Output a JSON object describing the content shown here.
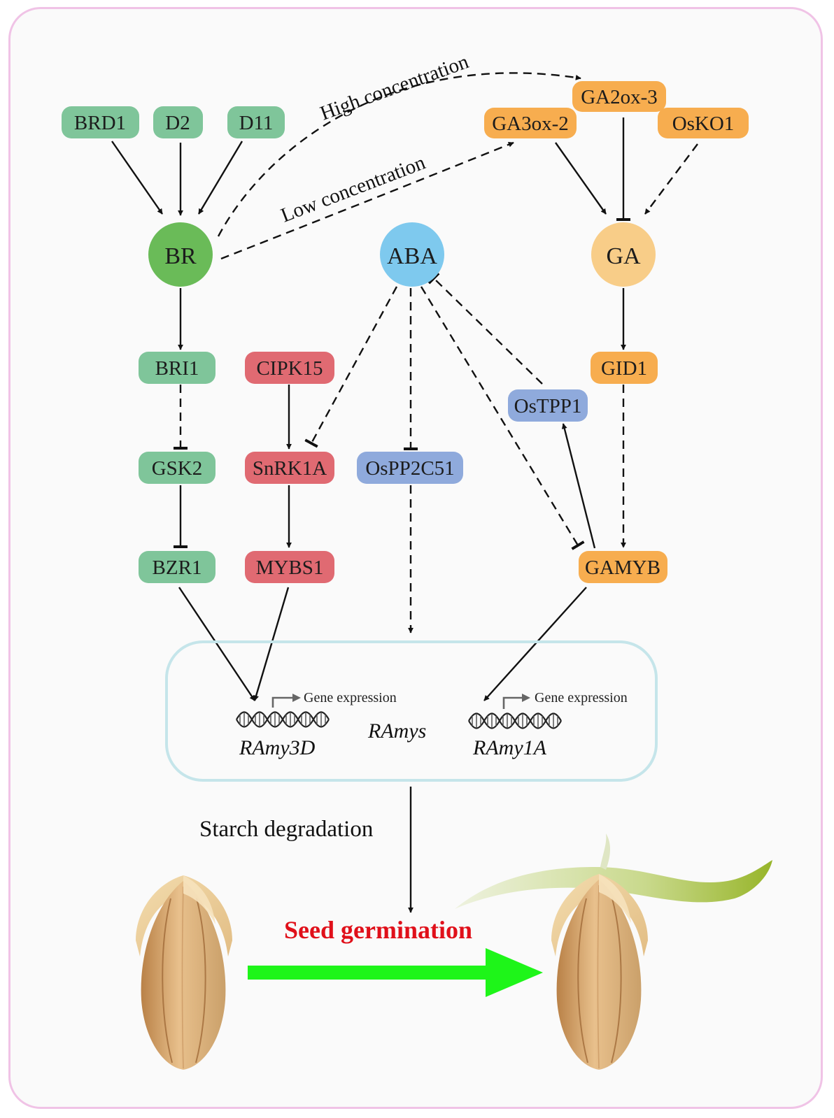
{
  "colors": {
    "br_pathway": "#7fc59a",
    "br_hormone": "#6abb58",
    "aba_hormone": "#7ec9ee",
    "ga_hormone": "#f8cd88",
    "ga_pathway": "#f7ad4f",
    "cipk_pathway": "#e06a72",
    "aba_targets": "#8faadc",
    "frame_border": "#f0c3e6",
    "nucleus_border": "#c5e5ea",
    "germination_arrow": "#1ef519",
    "title_red": "#e0101a"
  },
  "nodes": {
    "brd1": "BRD1",
    "d2": "D2",
    "d11": "D11",
    "br": "BR",
    "aba": "ABA",
    "ga": "GA",
    "ga2ox3": "GA2ox-3",
    "ga3ox2": "GA3ox-2",
    "osko1": "OsKO1",
    "bri1": "BRI1",
    "cipk15": "CIPK15",
    "gid1": "GID1",
    "ostpp1": "OsTPP1",
    "gsk2": "GSK2",
    "snrk1a": "SnRK1A",
    "ospp2c51": "OsPP2C51",
    "bzr1": "BZR1",
    "mybs1": "MYBS1",
    "gamyb": "GAMYB"
  },
  "labels": {
    "high_concentration": "High concentration",
    "low_concentration": "Low concentration",
    "gene_expression_left": "Gene expression",
    "gene_expression_right": "Gene expression",
    "ramy3d": "RAmy3D",
    "ramys": "RAmys",
    "ramy1a": "RAmy1A",
    "starch_degradation": "Starch degradation",
    "seed_germination": "Seed germination"
  }
}
